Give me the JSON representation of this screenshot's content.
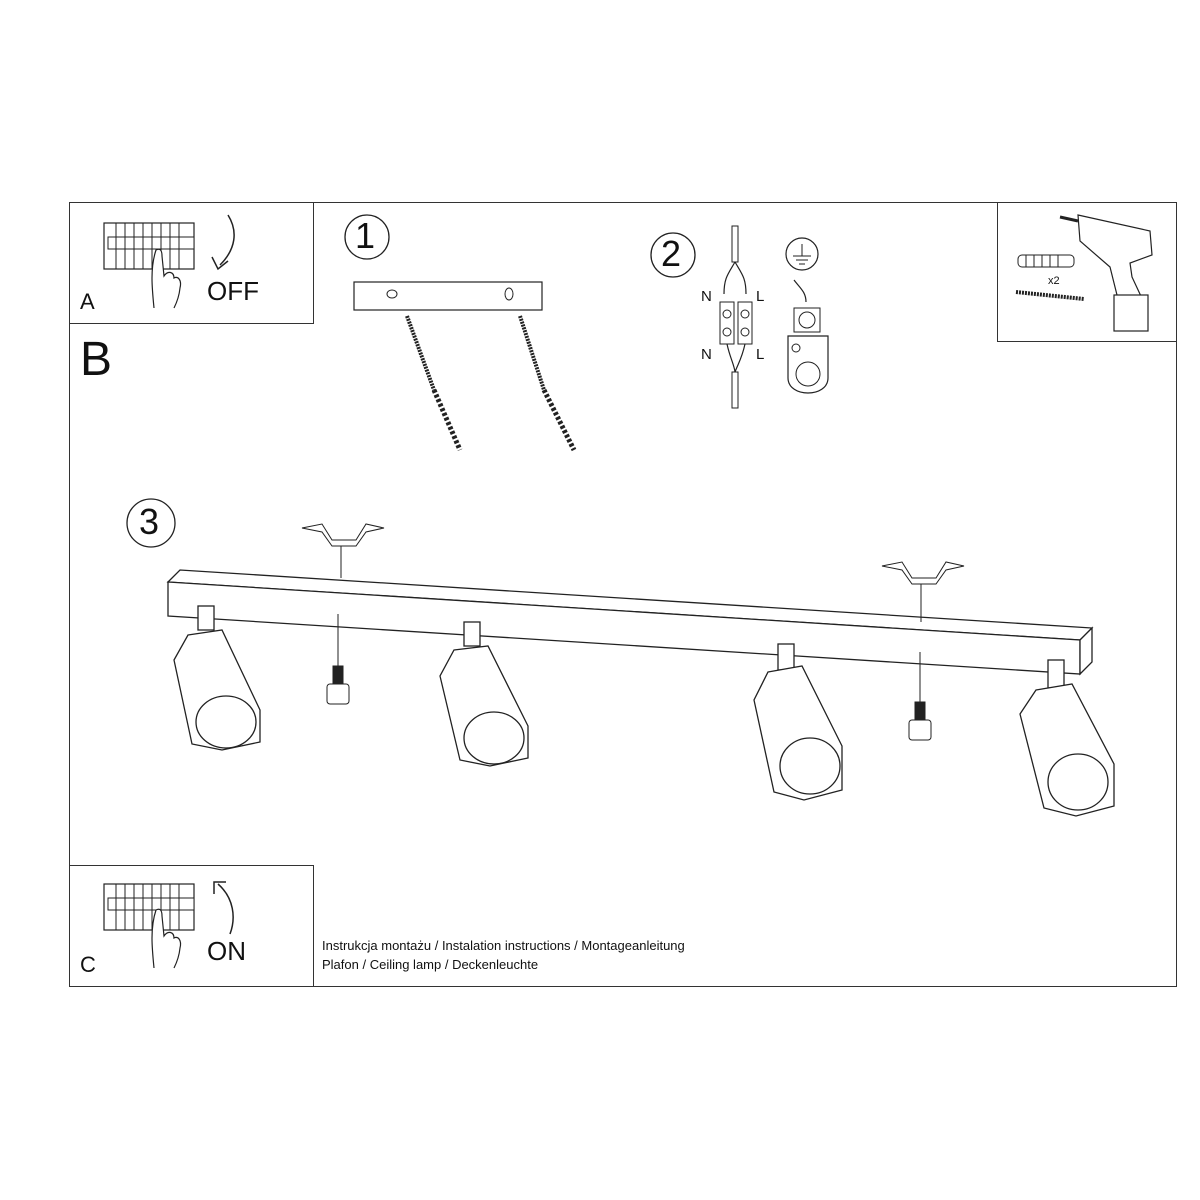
{
  "panels": {
    "a": {
      "label": "A",
      "action": "OFF"
    },
    "b": {
      "label": "B"
    },
    "c": {
      "label": "C",
      "action": "ON"
    },
    "tools": {
      "quantity": "x2"
    }
  },
  "steps": [
    {
      "number": "1"
    },
    {
      "number": "2",
      "wiring": {
        "neutral_top": "N",
        "live_top": "L",
        "neutral_bottom": "N",
        "live_bottom": "L"
      }
    },
    {
      "number": "3"
    }
  ],
  "caption": {
    "line1": "Instrukcja montażu / Instalation instructions / Montageanleitung",
    "line2": "Plafon / Ceiling lamp / Deckenleuchte"
  }
}
